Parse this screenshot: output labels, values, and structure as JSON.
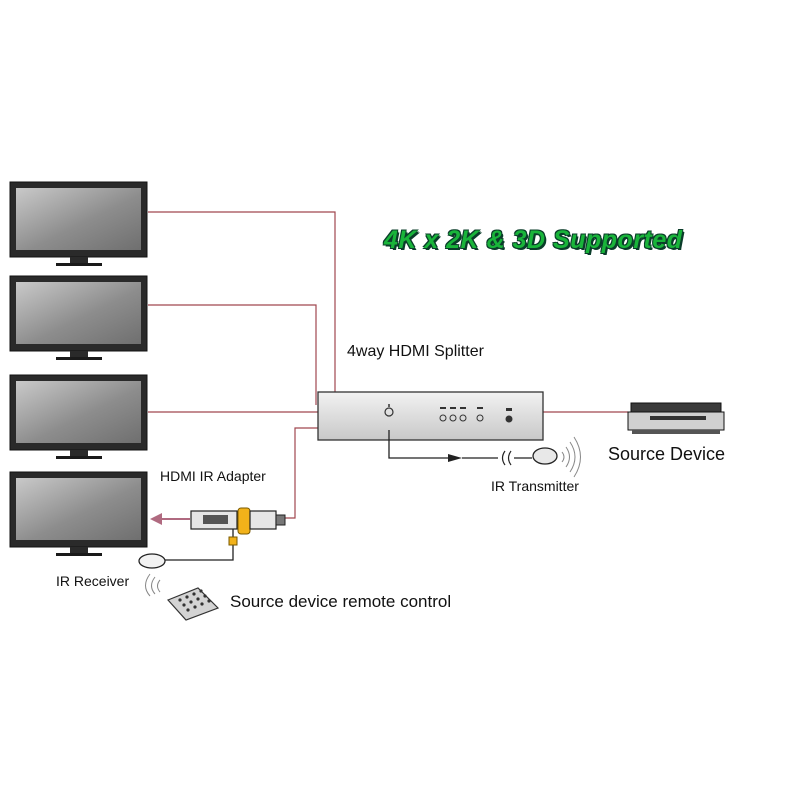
{
  "headline": "4K x 2K & 3D Supported",
  "splitter_label": "4way HDMI Splitter",
  "source_label": "Source Device",
  "ir_transmitter_label": "IR Transmitter",
  "ir_adapter_label": "HDMI IR Adapter",
  "ir_receiver_label": "IR Receiver",
  "remote_label": "Source device remote control",
  "colors": {
    "headline": "#19b43a",
    "headline_outline": "#0b3d2a",
    "cable": "#a0474f",
    "device_body": "#d9d9d9",
    "screen": "#9a9a9a"
  }
}
